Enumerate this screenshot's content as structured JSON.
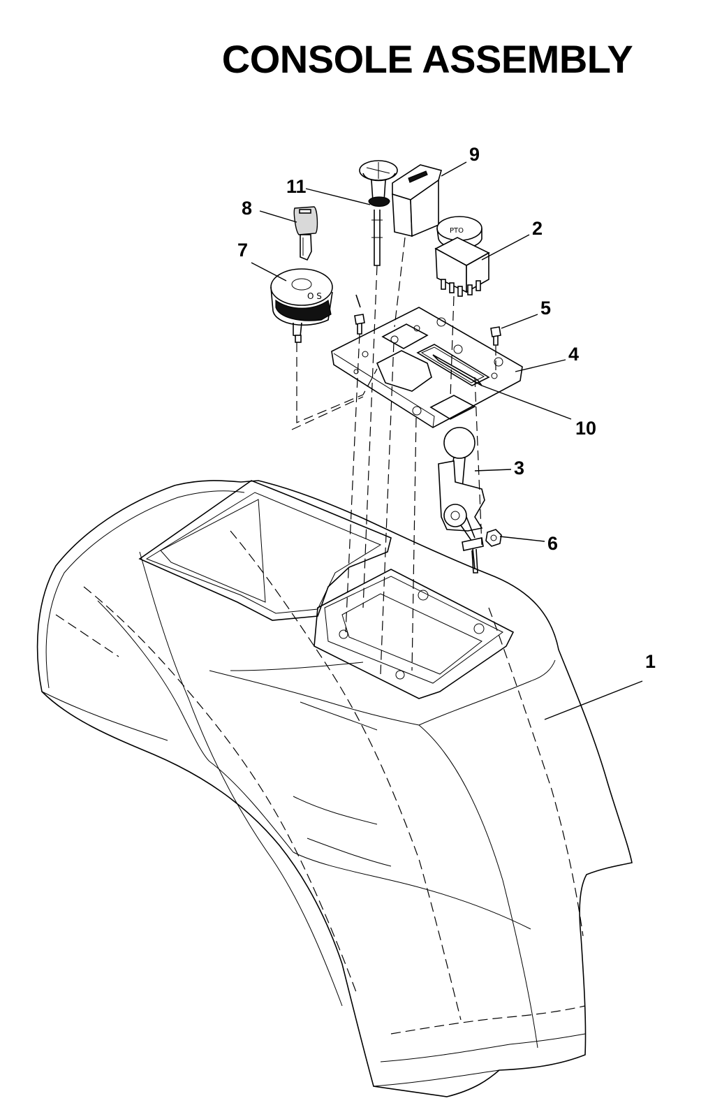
{
  "title": "CONSOLE ASSEMBLY",
  "callouts": {
    "c1": "1",
    "c2": "2",
    "c3": "3",
    "c4": "4",
    "c5": "5",
    "c6": "6",
    "c7": "7",
    "c8": "8",
    "c9": "9",
    "c10": "10",
    "c11": "11"
  }
}
